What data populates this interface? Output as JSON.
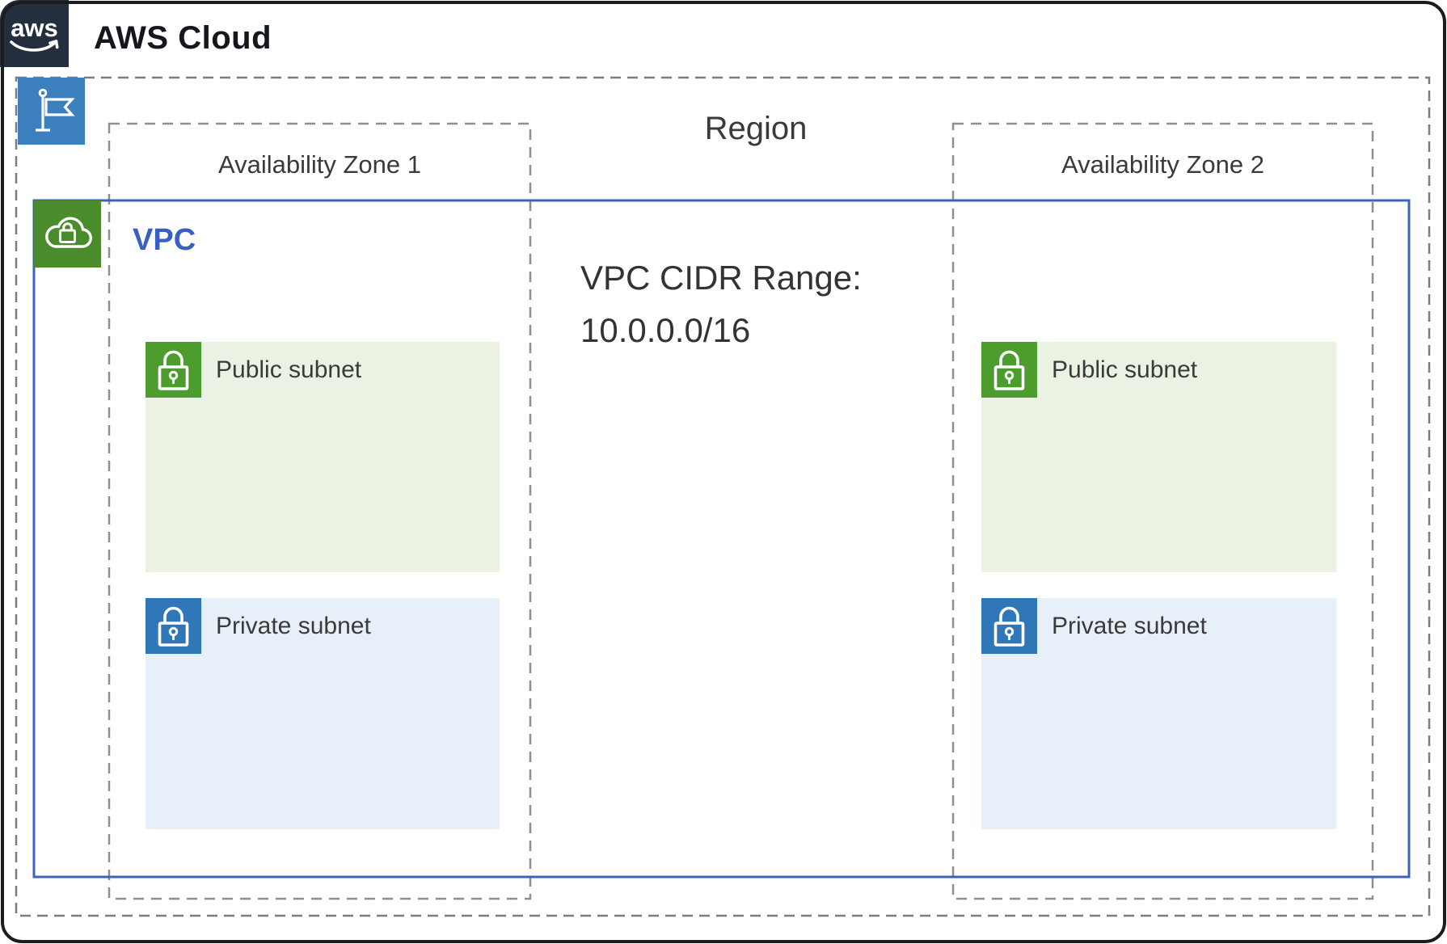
{
  "header": {
    "logo_text": "aws",
    "title": "AWS Cloud"
  },
  "region": {
    "label": "Region",
    "icon": "flag-icon"
  },
  "vpc": {
    "label": "VPC",
    "icon": "vpc-cloud-lock-icon",
    "cidr_line1": "VPC CIDR Range:",
    "cidr_line2": "10.0.0.0/16"
  },
  "availability_zones": [
    {
      "label": "Availability Zone 1",
      "subnets": [
        {
          "type": "public",
          "label": "Public subnet",
          "icon": "lock-icon"
        },
        {
          "type": "private",
          "label": "Private subnet",
          "icon": "lock-icon"
        }
      ]
    },
    {
      "label": "Availability Zone 2",
      "subnets": [
        {
          "type": "public",
          "label": "Public subnet",
          "icon": "lock-icon"
        },
        {
          "type": "private",
          "label": "Private subnet",
          "icon": "lock-icon"
        }
      ]
    }
  ],
  "colors": {
    "aws_dark": "#232F3E",
    "region_icon_blue": "#3C80BE",
    "vpc_icon_green": "#4A8C2B",
    "public_icon_green": "#4C9C2E",
    "private_icon_blue": "#3077B7",
    "public_fill": "#EAF2E4",
    "private_fill": "#E7F0F8",
    "vpc_border_blue": "#3E62BD",
    "vpc_label_blue": "#3A5FC2",
    "region_dash_gray": "#7c7c7c",
    "az_dash_gray": "#8f8f8f",
    "text_dark": "#3a3a3a"
  }
}
